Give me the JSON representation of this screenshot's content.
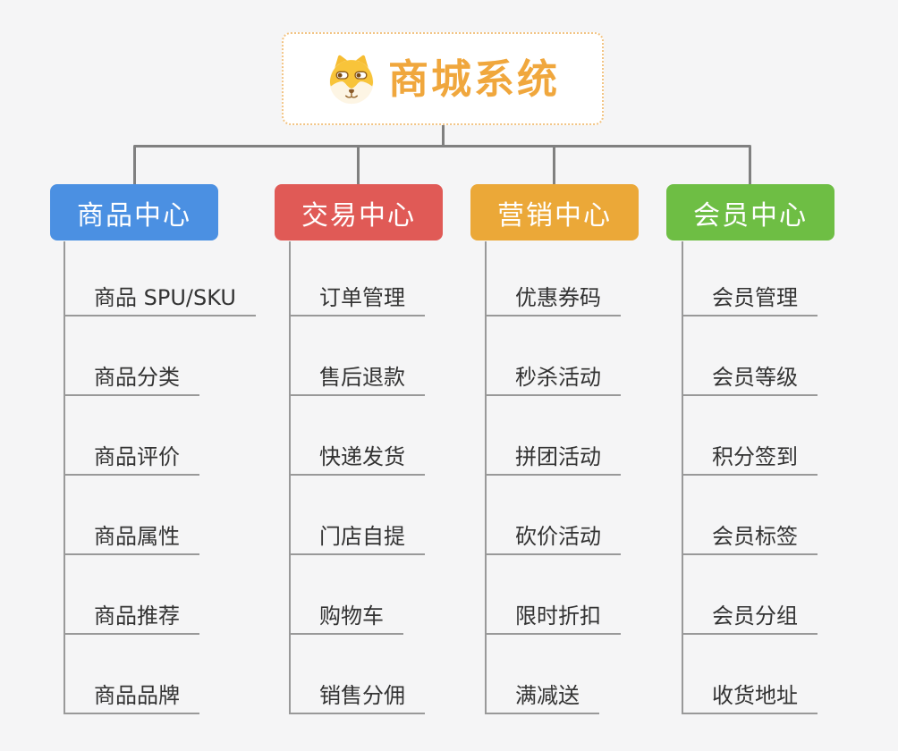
{
  "root": {
    "title": "商城系统",
    "icon": "dog-face-icon"
  },
  "branches": [
    {
      "label": "商品中心",
      "color": "#4b90e2",
      "items": [
        "商品 SPU/SKU",
        "商品分类",
        "商品评价",
        "商品属性",
        "商品推荐",
        "商品品牌"
      ]
    },
    {
      "label": "交易中心",
      "color": "#e05a56",
      "items": [
        "订单管理",
        "售后退款",
        "快递发货",
        "门店自提",
        "购物车",
        "销售分佣"
      ]
    },
    {
      "label": "营销中心",
      "color": "#eba838",
      "items": [
        "优惠券码",
        "秒杀活动",
        "拼团活动",
        "砍价活动",
        "限时折扣",
        "满减送"
      ]
    },
    {
      "label": "会员中心",
      "color": "#6ebe44",
      "items": [
        "会员管理",
        "会员等级",
        "积分签到",
        "会员标签",
        "会员分组",
        "收货地址"
      ]
    }
  ],
  "colors": {
    "background": "#f5f5f6",
    "connector": "#808080",
    "leaf_line": "#999999",
    "leaf_text": "#333333",
    "root_text": "#f0a73d",
    "root_border": "#f2c484"
  }
}
